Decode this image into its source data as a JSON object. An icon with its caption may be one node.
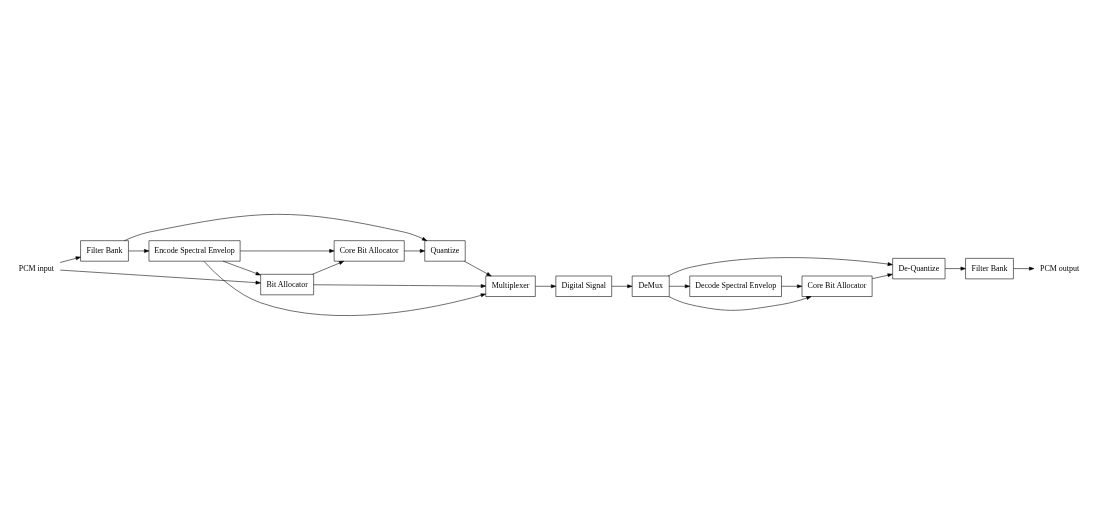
{
  "diagram": {
    "nodes": [
      {
        "text": [
          "Encode Spectral Envelop"
        ]
      },
      {
        "text": [
          "Bit Allocator"
        ]
      },
      {
        "text": [
          "Core Bit Allocator"
        ]
      },
      {
        "text": [
          "Multiplexer"
        ]
      },
      {
        "text": [
          "Filter Bank"
        ]
      },
      {
        "text": [
          "Quantize"
        ]
      },
      {
        "text": [
          "PCM input"
        ]
      },
      {
        "text": [
          "Digital Signal"
        ]
      },
      {
        "text": [
          "PCM output"
        ]
      },
      {
        "text": [
          "Filter Bank"
        ]
      },
      {
        "text": [
          "De-Quantize"
        ]
      },
      {
        "text": [
          "DeMux"
        ]
      },
      {
        "text": [
          "Core Bit Allocator"
        ]
      },
      {
        "text": [
          "Decode Spectral Envelop"
        ]
      }
    ],
    "edges": [
      {
        "from": 6,
        "to": 4,
        "arrow": "to"
      },
      {
        "from": 6,
        "to": 1,
        "arrow": "to"
      },
      {
        "from": 4,
        "to": 0,
        "arrow": "to"
      },
      {
        "from": 0,
        "to": 1,
        "arrow": "to"
      },
      {
        "from": 0,
        "to": 2,
        "arrow": "to"
      },
      {
        "from": 0,
        "to": 3,
        "arrow": "to"
      },
      {
        "from": 1,
        "to": 2,
        "arrow": "to"
      },
      {
        "from": 1,
        "to": 3,
        "arrow": "to"
      },
      {
        "from": 2,
        "to": 5,
        "arrow": "to"
      },
      {
        "from": 4,
        "to": 5,
        "arrow": "to"
      },
      {
        "from": 5,
        "to": 3,
        "arrow": "to"
      },
      {
        "from": 3,
        "to": 7,
        "arrow": "to"
      },
      {
        "from": 7,
        "to": 11,
        "arrow": "to"
      },
      {
        "from": 11,
        "to": 10,
        "arrow": "to"
      },
      {
        "from": 11,
        "to": 12,
        "arrow": "to"
      },
      {
        "from": 11,
        "to": 13,
        "arrow": "to"
      },
      {
        "from": 13,
        "to": 12,
        "arrow": "to"
      },
      {
        "from": 12,
        "to": 10,
        "arrow": "to"
      },
      {
        "from": 10,
        "to": 9,
        "arrow": "to"
      },
      {
        "from": 9,
        "to": 8,
        "arrow": "to"
      }
    ]
  }
}
